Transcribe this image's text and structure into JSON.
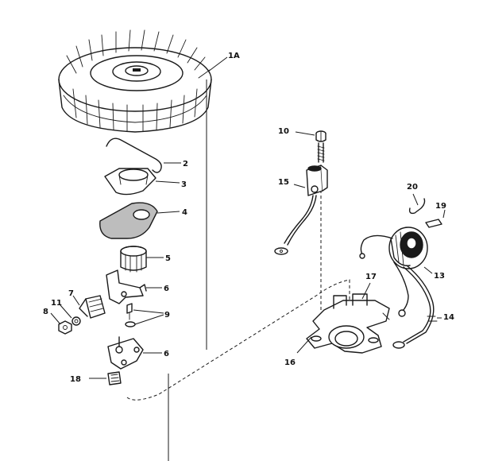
{
  "labels": {
    "p1a": "1A",
    "p2": "2",
    "p3": "3",
    "p4": "4",
    "p5": "5",
    "p6a": "6",
    "p6b": "6",
    "p7": "7",
    "p8": "8",
    "p9": "9",
    "p10": "10",
    "p11": "11",
    "p13": "13",
    "p14": "14",
    "p15": "15",
    "p16": "16",
    "p17": "17",
    "p18": "18",
    "p19": "19",
    "p20": "20"
  },
  "colors": {
    "ink": "#1a1a1a",
    "paper": "#ffffff"
  }
}
